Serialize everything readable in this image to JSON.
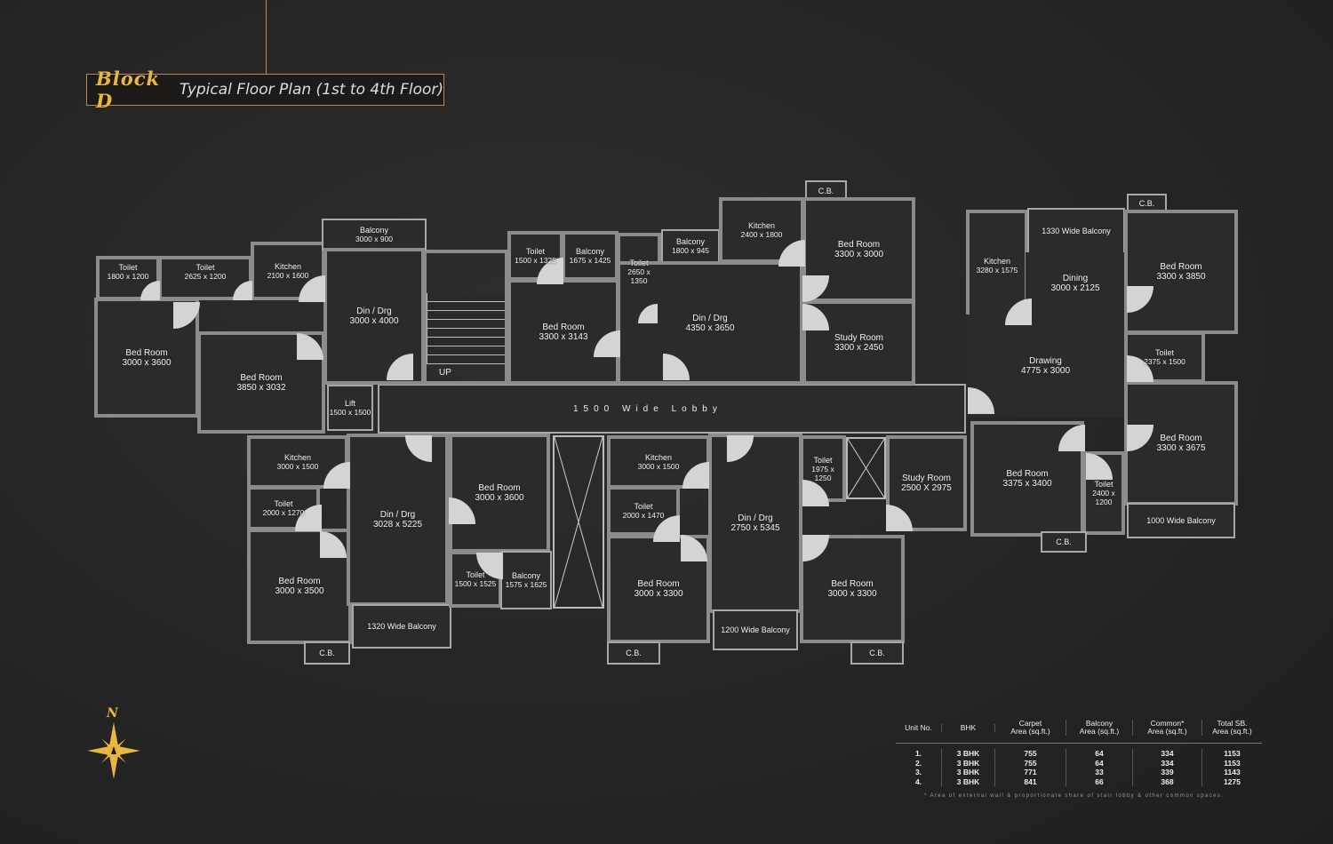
{
  "title": {
    "block": "Block D",
    "text": "Typical Floor Plan  (1st to 4th Floor)"
  },
  "labels": {
    "lobby": "1500 Wide Lobby",
    "up": "UP",
    "north": "N"
  },
  "rooms": [
    {
      "name": "Toilet",
      "size": "1800 x 1200"
    },
    {
      "name": "Toilet",
      "size": "2625 x 1200"
    },
    {
      "name": "Kitchen",
      "size": "2100 x 1600"
    },
    {
      "name": "Balcony",
      "size": "3000 x 900"
    },
    {
      "name": "Din / Drg",
      "size": "3000 x 4000"
    },
    {
      "name": "Bed Room",
      "size": "3000 x 3600"
    },
    {
      "name": "Bed Room",
      "size": "3850 x 3032"
    },
    {
      "name": "Lift",
      "size": "1500 x 1500"
    },
    {
      "name": "Toilet",
      "size": "1500 x 1325"
    },
    {
      "name": "Balcony",
      "size": "1675 x 1425"
    },
    {
      "name": "Toilet",
      "size": "2650 x 1350"
    },
    {
      "name": "Balcony",
      "size": "1800 x 945"
    },
    {
      "name": "Kitchen",
      "size": "2400 x 1800"
    },
    {
      "name": "C.B.",
      "size": ""
    },
    {
      "name": "Bed Room",
      "size": "3300 x 3000"
    },
    {
      "name": "Din / Drg",
      "size": "4350 x 3650"
    },
    {
      "name": "Bed Room",
      "size": "3300 x 3143"
    },
    {
      "name": "Study Room",
      "size": "3300 x 2450"
    },
    {
      "name": "Kitchen",
      "size": "3280 x 1575"
    },
    {
      "name": "1330 Wide Balcony",
      "size": ""
    },
    {
      "name": "Dining",
      "size": "3000 x 2125"
    },
    {
      "name": "Drawing",
      "size": "4775 x 3000"
    },
    {
      "name": "C.B.",
      "size": ""
    },
    {
      "name": "Bed Room",
      "size": "3300 x 3850"
    },
    {
      "name": "Toilet",
      "size": "2375 x 1500"
    },
    {
      "name": "Bed Room",
      "size": "3300 x 3675"
    },
    {
      "name": "Bed Room",
      "size": "3375 x 3400"
    },
    {
      "name": "Toilet",
      "size": "2400 x 1200"
    },
    {
      "name": "1000 Wide Balcony",
      "size": ""
    },
    {
      "name": "C.B.",
      "size": ""
    },
    {
      "name": "Kitchen",
      "size": "3000 x 1500"
    },
    {
      "name": "Toilet",
      "size": "2000 x 1270"
    },
    {
      "name": "Bed Room",
      "size": "3000 x 3500"
    },
    {
      "name": "C.B.",
      "size": ""
    },
    {
      "name": "Din / Drg",
      "size": "3028 x 5225"
    },
    {
      "name": "1320 Wide Balcony",
      "size": ""
    },
    {
      "name": "Bed Room",
      "size": "3000 x 3600"
    },
    {
      "name": "Toilet",
      "size": "1500 x 1525"
    },
    {
      "name": "Balcony",
      "size": "1575 x 1625"
    },
    {
      "name": "Kitchen",
      "size": "3000 x 1500"
    },
    {
      "name": "Toilet",
      "size": "2000 x 1470"
    },
    {
      "name": "Bed Room",
      "size": "3000 x 3300"
    },
    {
      "name": "C.B.",
      "size": ""
    },
    {
      "name": "Din / Drg",
      "size": "2750 x 5345"
    },
    {
      "name": "1200 Wide Balcony",
      "size": ""
    },
    {
      "name": "Toilet",
      "size": "1975 x 1250"
    },
    {
      "name": "Study Room",
      "size": "2500 X 2975"
    },
    {
      "name": "Bed Room",
      "size": "3000 x 3300"
    },
    {
      "name": "C.B.",
      "size": ""
    }
  ],
  "area_table": {
    "headers": [
      "Unit No.",
      "BHK",
      "Carpet\nArea (sq.ft.)",
      "Balcony\nArea (sq.ft.)",
      "Common*\nArea (sq.ft.)",
      "Total SB.\nArea (sq.ft.)"
    ],
    "rows": [
      [
        "1.",
        "3 BHK",
        "755",
        "64",
        "334",
        "1153"
      ],
      [
        "2.",
        "3 BHK",
        "755",
        "64",
        "334",
        "1153"
      ],
      [
        "3.",
        "3 BHK",
        "771",
        "33",
        "339",
        "1143"
      ],
      [
        "4.",
        "3 BHK",
        "841",
        "66",
        "368",
        "1275"
      ]
    ],
    "footnote": "* Area of external wall & proportionate share of stair lobby & other common spaces."
  },
  "colors": {
    "accent": "#e7b740",
    "frame": "#b88a5a",
    "wall": "#8c8c8c",
    "background": "#262626"
  }
}
